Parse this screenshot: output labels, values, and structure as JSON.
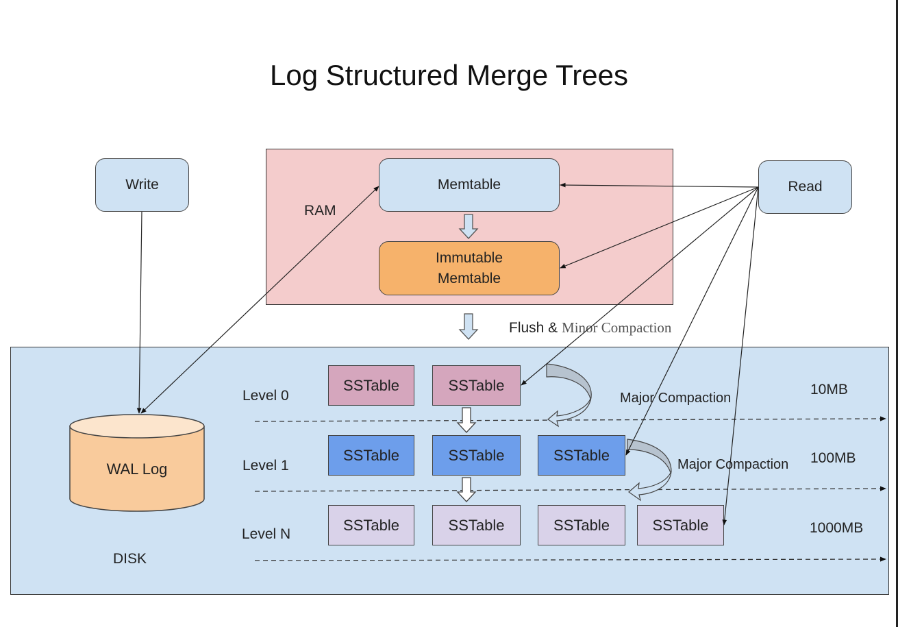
{
  "title": "Log Structured Merge Trees",
  "regions": {
    "ram": {
      "label": "RAM",
      "color": "#f4cccc"
    },
    "disk": {
      "label": "DISK",
      "color": "#cfe2f3"
    }
  },
  "nodes": {
    "write": "Write",
    "read": "Read",
    "memtable": "Memtable",
    "immutable_memtable_line1": "Immutable",
    "immutable_memtable_line2": "Memtable",
    "wal_log": "WAL Log"
  },
  "flush_label": {
    "part1": "Flush & ",
    "part2": "Minor Compaction"
  },
  "levels": [
    {
      "label": "Level 0",
      "size": "10MB",
      "sstables": [
        "SSTable",
        "SSTable"
      ],
      "color": "#d5a6bd"
    },
    {
      "label": "Level 1",
      "size": "100MB",
      "sstables": [
        "SSTable",
        "SSTable",
        "SSTable"
      ],
      "color": "#6d9eeb"
    },
    {
      "label": "Level N",
      "size": "1000MB",
      "sstables": [
        "SSTable",
        "SSTable",
        "SSTable",
        "SSTable"
      ],
      "color": "#d9d2e9"
    }
  ],
  "compaction_labels": [
    "Major Compaction",
    "Major Compaction"
  ],
  "colors": {
    "memtable": "#cfe2f3",
    "immutable": "#f6b26b",
    "wal": "#f9cb9c",
    "curved_arrow": "#b7c3cf"
  }
}
